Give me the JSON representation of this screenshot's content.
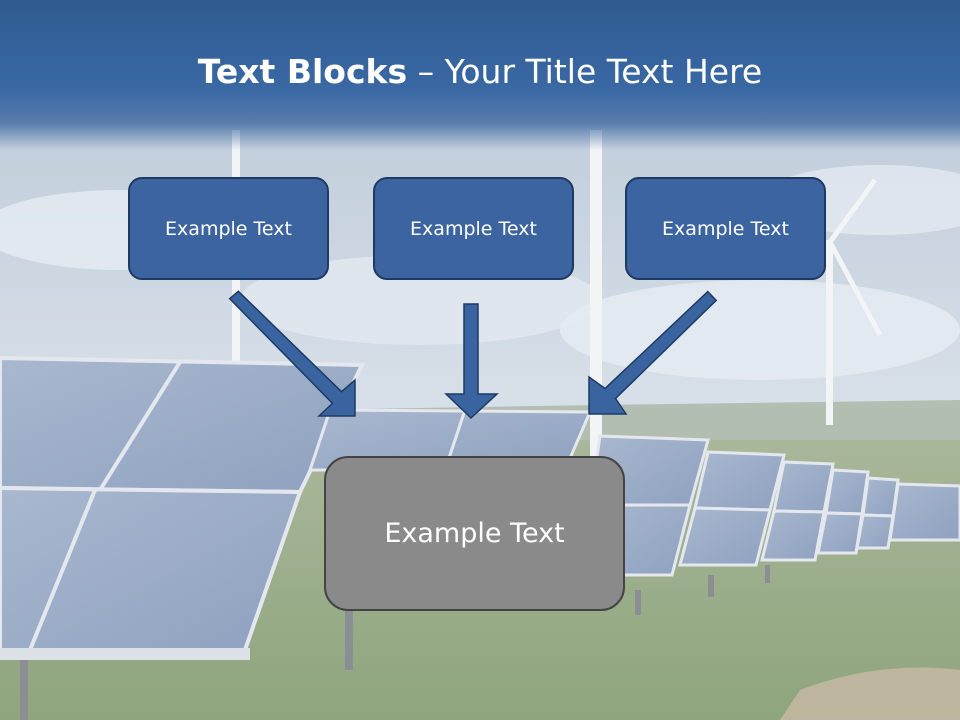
{
  "slide": {
    "title_bold": "Text Blocks",
    "title_rest": " – Your Title Text Here"
  },
  "blocks": [
    {
      "label": "Example Text"
    },
    {
      "label": "Example Text"
    },
    {
      "label": "Example Text"
    }
  ],
  "result_block": {
    "label": "Example Text"
  },
  "colors": {
    "title_bar": "#2f5b92",
    "block_fill": "#3b64a0",
    "block_border": "#1e3a63",
    "arrow": "#3a64a0",
    "result_fill": "#8a8a8a",
    "result_border": "#444444"
  }
}
